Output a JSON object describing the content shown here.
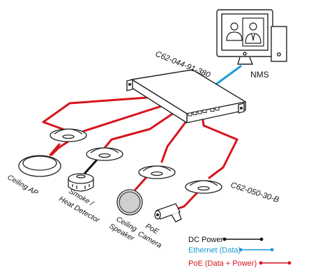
{
  "labels": {
    "switch_model": "C62-044-91-380",
    "nms": "NMS",
    "cable_model": "C62-050-30-B",
    "ceiling_ap": "Ceiling AP",
    "smoke_line1": "Smoke /",
    "smoke_line2": "Heat Detector",
    "speaker_line1": "Ceiling",
    "speaker_line2": "Speaker",
    "camera_line1": "PoE",
    "camera_line2": "Camera"
  },
  "legend": [
    {
      "label": "DC Power",
      "color": "#111111"
    },
    {
      "label": "Ethernet (Data)",
      "color": "#1a9ad6"
    },
    {
      "label": "PoE (Data + Power)",
      "color": "#d7141c"
    }
  ],
  "colors": {
    "poe": "#d7141c",
    "ethernet": "#1a9ad6",
    "dc": "#111111"
  }
}
